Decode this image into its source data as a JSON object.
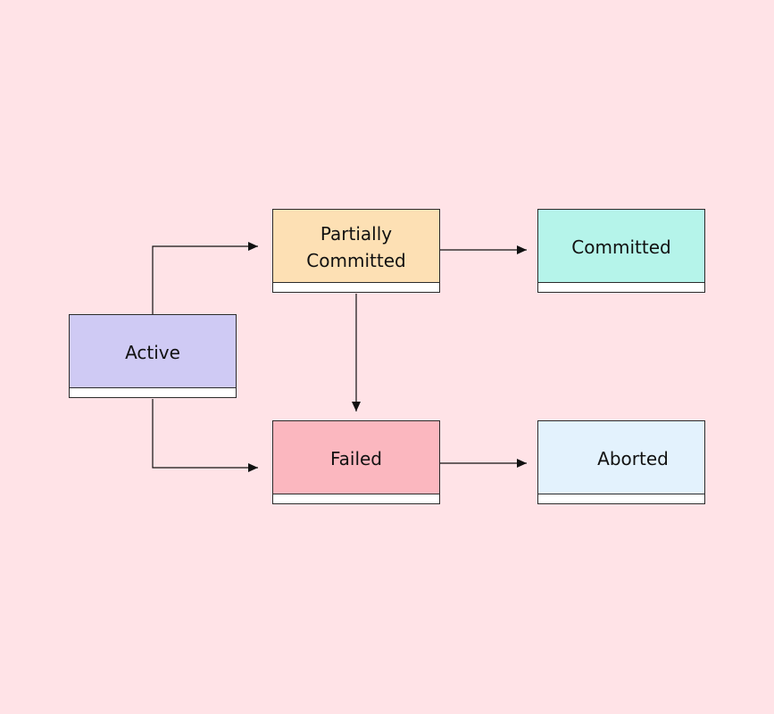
{
  "diagram": {
    "nodes": [
      {
        "id": "active",
        "label": "Active",
        "color": "#cfcaf4"
      },
      {
        "id": "partially_committed",
        "label": "Partially\nCommitted",
        "color": "#fde0b4"
      },
      {
        "id": "committed",
        "label": "Committed",
        "color": "#b5f4ea"
      },
      {
        "id": "failed",
        "label": "Failed",
        "color": "#fbb7bf"
      },
      {
        "id": "aborted",
        "label": "Aborted",
        "color": "#e3f2fd"
      }
    ],
    "edges": [
      {
        "from": "active",
        "to": "partially_committed"
      },
      {
        "from": "active",
        "to": "failed"
      },
      {
        "from": "partially_committed",
        "to": "committed"
      },
      {
        "from": "partially_committed",
        "to": "failed"
      },
      {
        "from": "failed",
        "to": "aborted"
      }
    ],
    "line_color": "#111111"
  }
}
